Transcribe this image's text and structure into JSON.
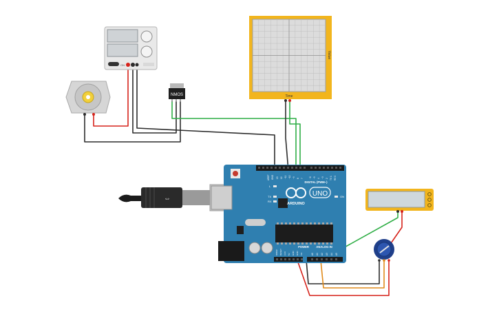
{
  "workspace": {
    "background": "#ffffff"
  },
  "power_supply": {
    "icon": "power-supply-icon",
    "on_label": "ON"
  },
  "motor": {
    "icon": "dc-motor-icon"
  },
  "mosfet": {
    "label": "NMOS"
  },
  "oscilloscope": {
    "time_label": "Time",
    "value_label": "Value",
    "frame_color": "#f2b51d"
  },
  "arduino": {
    "brand_text": "ARDUINO",
    "model_text": "UNO",
    "digital_header_label": "DIGITAL (PWM~)",
    "power_header_label": "POWER",
    "analog_header_label": "ANALOG IN",
    "on_led_label": "ON",
    "tx_label": "TX",
    "rx_label": "RX",
    "l_label": "L",
    "aref_label": "AREF",
    "gnd_label": "GND",
    "digital_pins": [
      "13",
      "12",
      "~11",
      "~10",
      "~9",
      "8",
      "7",
      "~6",
      "~5",
      "4",
      "~3",
      "2",
      "TX 1",
      "RX 0"
    ],
    "power_pins": [
      "IOREF",
      "RESET",
      "3.3V",
      "5V",
      "GND",
      "GND",
      "Vin"
    ],
    "analog_pins": [
      "A0",
      "A1",
      "A2",
      "A3",
      "A4",
      "A5"
    ],
    "board_color": "#2f7fb0"
  },
  "multimeter": {
    "icon": "multimeter-icon"
  },
  "potentiometer": {
    "icon": "potentiometer-icon"
  },
  "usb_cable": {
    "icon": "usb-cable-icon"
  },
  "wire_colors": {
    "green": "#2fae46",
    "red": "#d6221a",
    "black": "#2b2b2b",
    "orange": "#e08a1a"
  }
}
